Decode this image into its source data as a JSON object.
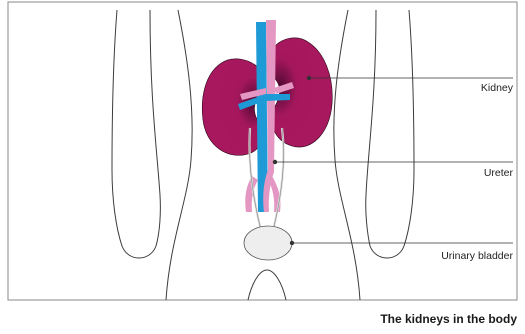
{
  "labels": {
    "kidney": "Kidney",
    "ureter": "Ureter",
    "bladder": "Urinary bladder"
  },
  "caption": "The kidneys in the body",
  "colors": {
    "frame": "#8a8a8a",
    "outline": "#3c3c3c",
    "kidney": "#a5175d",
    "kidney_dark": "#4e0a30",
    "vein": "#1e9bd7",
    "artery": "#e497c2",
    "bladder": "#eeeeee",
    "leader": "#333333"
  }
}
